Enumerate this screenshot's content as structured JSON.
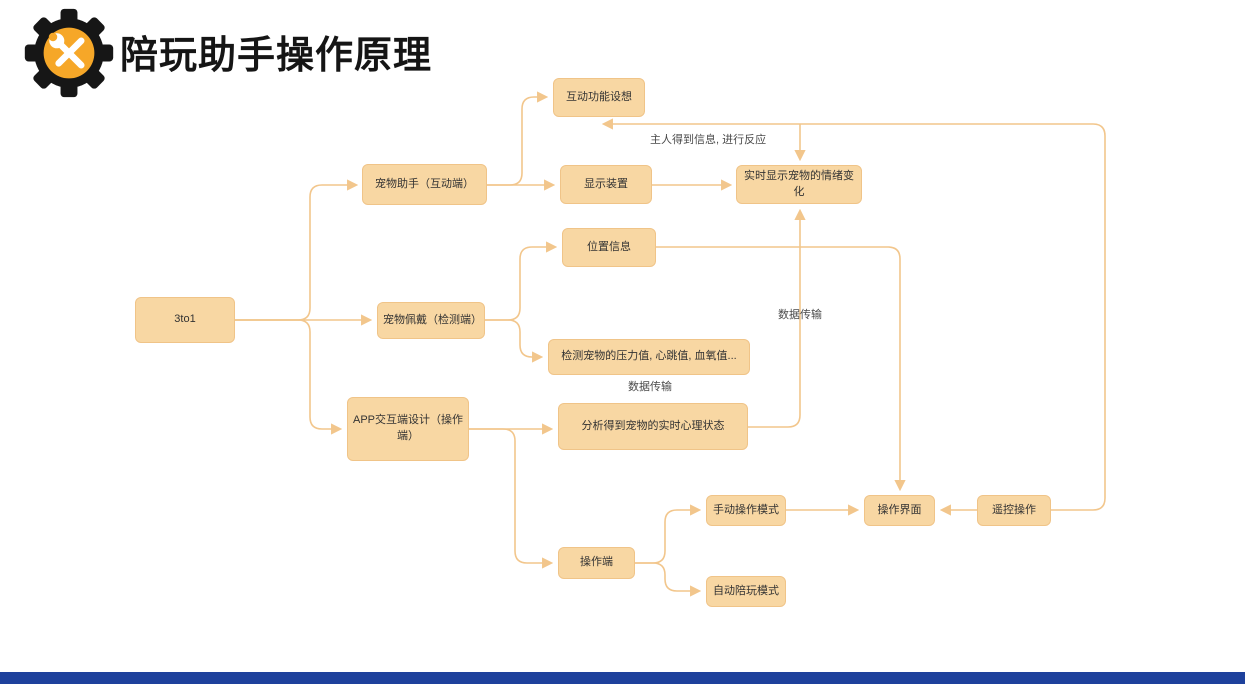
{
  "title": "陪玩助手操作原理",
  "diagram": {
    "nodes": [
      {
        "id": "root",
        "label": "3to1"
      },
      {
        "id": "pet_assistant",
        "label": "宠物助手（互动端）"
      },
      {
        "id": "interactive_idea",
        "label": "互动功能设想"
      },
      {
        "id": "display_device",
        "label": "显示装置"
      },
      {
        "id": "realtime_emotion",
        "label": "实时显示宠物的情绪变化"
      },
      {
        "id": "location_info",
        "label": "位置信息"
      },
      {
        "id": "pet_wear",
        "label": "宠物佩戴（检测端）"
      },
      {
        "id": "detect_vitals",
        "label": "检测宠物的压力值, 心跳值, 血氧值..."
      },
      {
        "id": "app_design",
        "label": "APP交互端设计（操作端）"
      },
      {
        "id": "analyze_state",
        "label": "分析得到宠物的实时心理状态"
      },
      {
        "id": "operator_end",
        "label": "操作端"
      },
      {
        "id": "manual_mode",
        "label": "手动操作模式"
      },
      {
        "id": "auto_mode",
        "label": "自动陪玩模式"
      },
      {
        "id": "op_interface",
        "label": "操作界面"
      },
      {
        "id": "remote_op",
        "label": "遥控操作"
      }
    ],
    "edge_labels": [
      {
        "id": "owner_react",
        "text": "主人得到信息, 进行反应"
      },
      {
        "id": "data_transfer_right",
        "text": "数据传输"
      },
      {
        "id": "data_transfer_mid",
        "text": "数据传输"
      }
    ]
  },
  "colors": {
    "node_fill": "#F8D7A3",
    "node_border": "#F0C488",
    "line": "#F2C68C",
    "accent": "#F6A728",
    "bottom_bar": "#1E419C",
    "text": "#333333"
  }
}
